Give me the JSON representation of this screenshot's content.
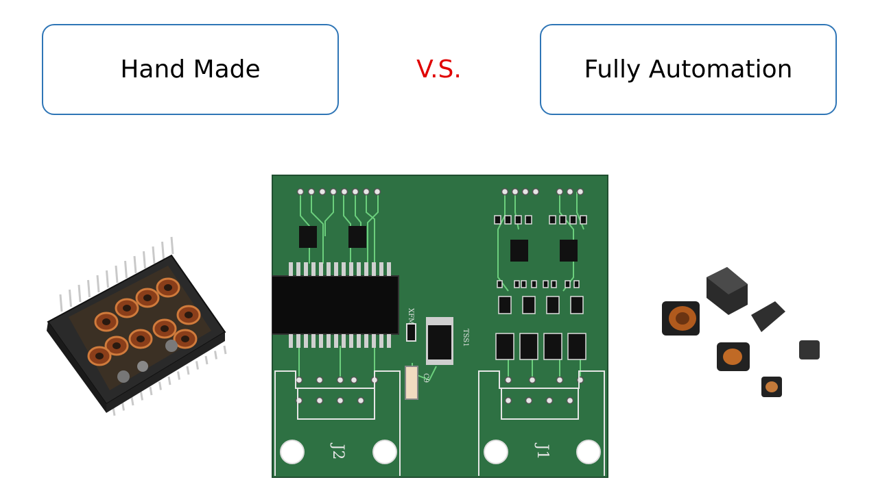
{
  "left_box": {
    "label": "Hand Made"
  },
  "vs_label": "V.S.",
  "right_box": {
    "label": "Fully Automation"
  },
  "pcb": {
    "connector_left_label": "J2",
    "connector_right_label": "J1",
    "ic_label": "XFM",
    "tvs_label": "TSS1",
    "cap_label": "C9"
  },
  "colors": {
    "box_border": "#2e75b6",
    "vs_text": "#e00000",
    "pcb_green": "#2e7143",
    "trace_green": "#6ccf7d"
  },
  "icons": {
    "left_image": "handmade-lan-transformer-module-icon",
    "center_image": "pcb-board-icon",
    "right_image": "smd-inductors-icon"
  }
}
